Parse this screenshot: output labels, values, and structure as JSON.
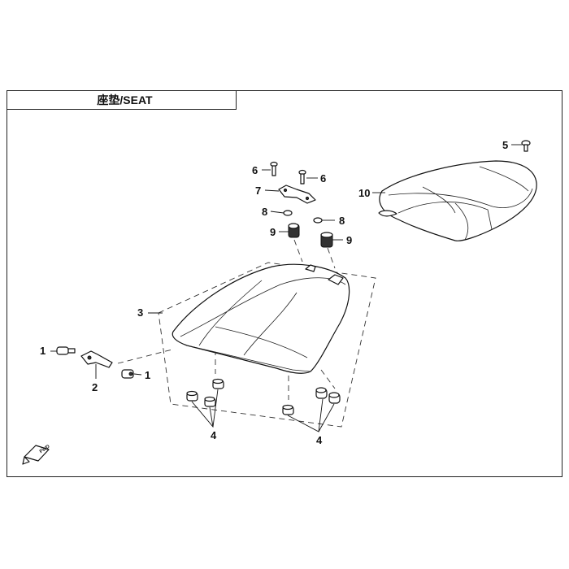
{
  "title": "座垫/SEAT",
  "callouts": {
    "c1a": "1",
    "c1b": "1",
    "c2": "2",
    "c3": "3",
    "c4a": "4",
    "c4b": "4",
    "c5": "5",
    "c6a": "6",
    "c6b": "6",
    "c7": "7",
    "c8a": "8",
    "c8b": "8",
    "c9a": "9",
    "c9b": "9",
    "c10": "10"
  },
  "fwd_marker": "FWD"
}
